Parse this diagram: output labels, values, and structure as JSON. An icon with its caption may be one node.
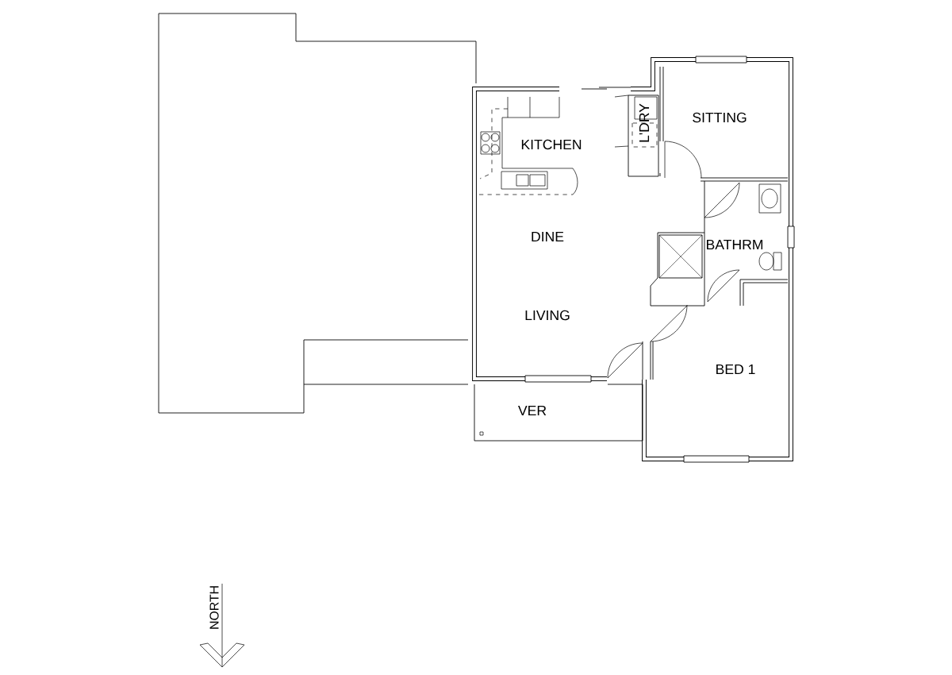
{
  "diagram": {
    "labels": [
      "KITCHEN",
      "L'DRY",
      "SITTING",
      "DINE",
      "BATHRM",
      "LIVING",
      "BED 1",
      "VER",
      "NORTH"
    ]
  }
}
